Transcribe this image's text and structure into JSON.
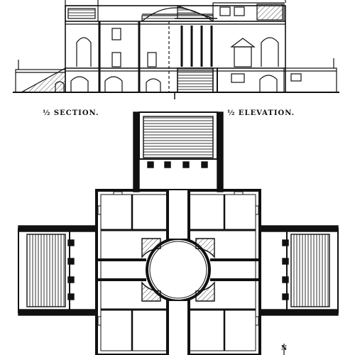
{
  "labels": {
    "section": "½ SECTION.",
    "elevation": "½ ELEVATION.",
    "north": "N"
  },
  "colors": {
    "ink": "#111111",
    "paper": "#ffffff",
    "hatch": "#555555"
  }
}
